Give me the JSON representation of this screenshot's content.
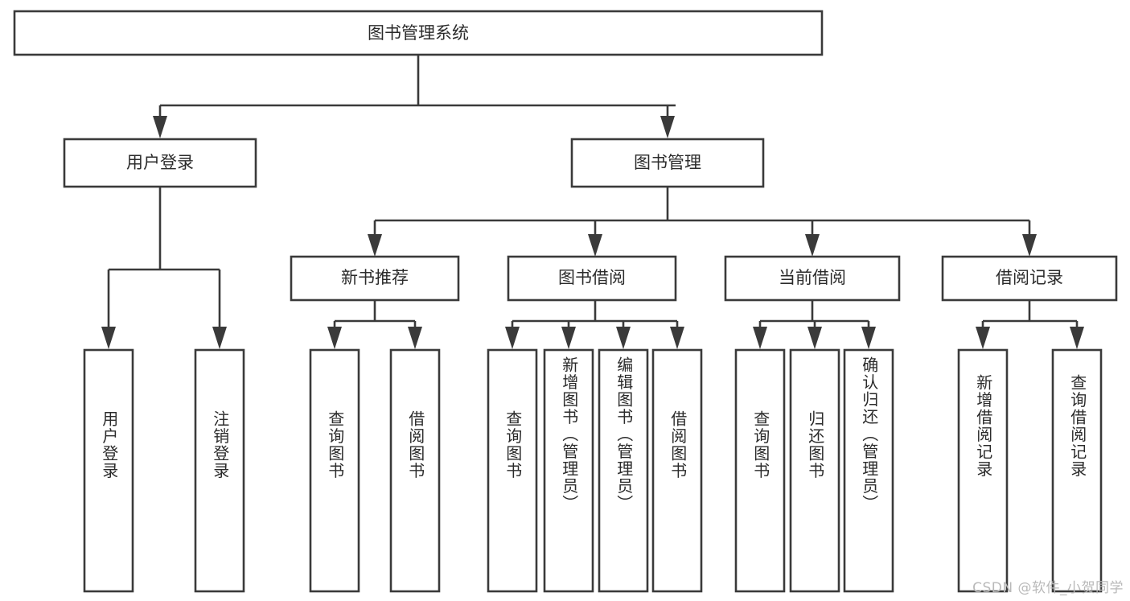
{
  "diagram": {
    "type": "tree-hierarchy",
    "title": "图书管理系统",
    "orientation": "top-down",
    "colors": {
      "stroke": "#3a3a3a",
      "box_fill": "#ffffff",
      "text": "#2b2b2b",
      "background": "#ffffff",
      "watermark": "#b9b9b9"
    },
    "root": {
      "label": "图书管理系统"
    },
    "level2": [
      {
        "label": "用户登录"
      },
      {
        "label": "图书管理"
      }
    ],
    "level3": [
      {
        "label": "新书推荐"
      },
      {
        "label": "图书借阅"
      },
      {
        "label": "当前借阅"
      },
      {
        "label": "借阅记录"
      }
    ],
    "leaves": {
      "user_login": [
        {
          "label": "用户登录"
        },
        {
          "label": "注销登录"
        }
      ],
      "new_book_recommend": [
        {
          "label": "查询图书"
        },
        {
          "label": "借阅图书"
        }
      ],
      "book_borrow": [
        {
          "label": "查询图书"
        },
        {
          "label": "新增图书（管理员）"
        },
        {
          "label": "编辑图书（管理员）"
        },
        {
          "label": "借阅图书"
        }
      ],
      "current_borrow": [
        {
          "label": "查询图书"
        },
        {
          "label": "归还图书"
        },
        {
          "label": "确认归还（管理员）"
        }
      ],
      "borrow_record": [
        {
          "label": "新增借阅记录"
        },
        {
          "label": "查询借阅记录"
        }
      ]
    }
  },
  "watermark": {
    "text": "CSDN @软件_小贺同学"
  }
}
